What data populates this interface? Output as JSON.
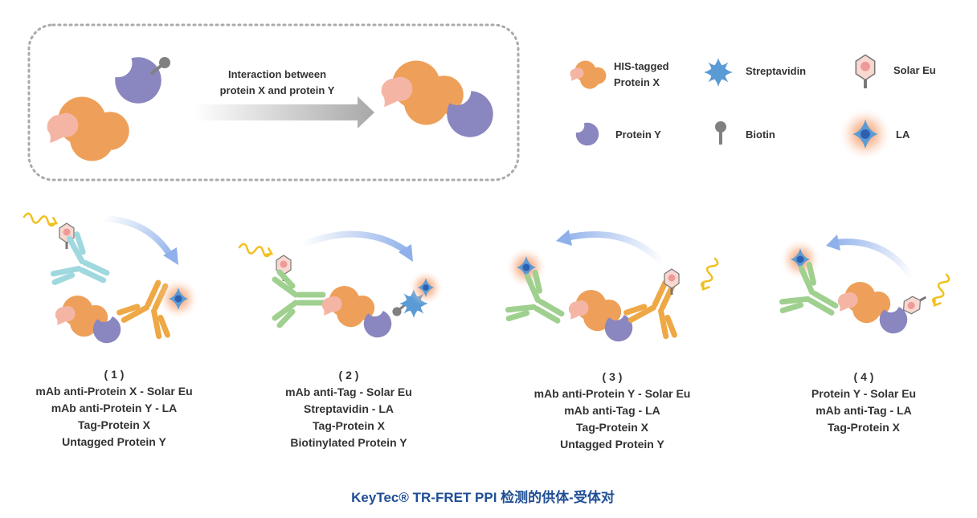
{
  "interaction": {
    "line1": "Interaction between",
    "line2": "protein X and protein Y"
  },
  "legend": {
    "his_tagged_line1": "HIS-tagged",
    "his_tagged_line2": "Protein X",
    "streptavidin": "Streptavidin",
    "solar_eu": "Solar Eu",
    "protein_y": "Protein Y",
    "biotin": "Biotin",
    "la": "LA"
  },
  "panels": [
    {
      "number": "( 1 )",
      "lines": [
        "mAb anti-Protein X - Solar Eu",
        "mAb anti-Protein Y - LA",
        "Tag-Protein X",
        "Untagged Protein Y"
      ]
    },
    {
      "number": "( 2 )",
      "lines": [
        "mAb anti-Tag - Solar Eu",
        "Streptavidin - LA",
        "Tag-Protein X",
        "Biotinylated Protein Y"
      ]
    },
    {
      "number": "( 3 )",
      "lines": [
        "mAb anti-Protein Y - Solar Eu",
        "mAb anti-Tag - LA",
        "Tag-Protein X",
        "Untagged Protein Y"
      ]
    },
    {
      "number": "( 4 )",
      "lines": [
        "Protein Y - Solar Eu",
        "mAb anti-Tag - LA",
        "Tag-Protein X"
      ]
    }
  ],
  "footer": {
    "title": "KeyTec® TR-FRET PPI 检测的供体-受体对"
  },
  "colors": {
    "protein_x": "#eea05a",
    "tag": "#f5b5a5",
    "protein_y": "#8a86bf",
    "streptavidin": "#5b9bd5",
    "title": "#1f4e95",
    "wave": "#f0c020"
  }
}
